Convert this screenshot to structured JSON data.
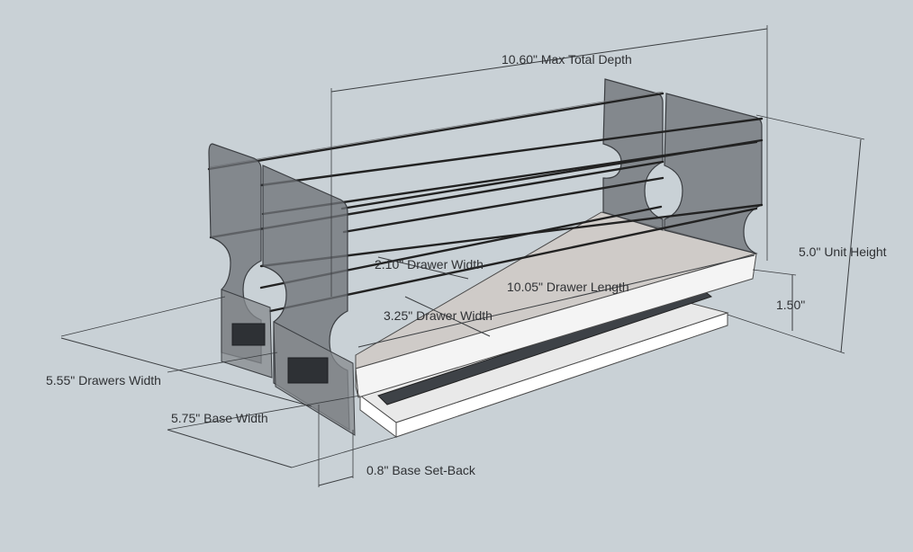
{
  "labels": {
    "max_total_depth": "10.60\" Max Total Depth",
    "unit_height": "5.0\" Unit Height",
    "drawer_width_upper": "2.10\" Drawer Width",
    "drawer_length": "10.05\" Drawer Length",
    "drawer_width_lower": "3.25\" Drawer Width",
    "shelf_height": "1.50\"",
    "drawers_width": "5.55\" Drawers Width",
    "base_width": "5.75\" Base Width",
    "base_setback": "0.8\" Base Set-Back"
  },
  "colors": {
    "background": "#c9d1d6",
    "panel_gray": "#6f7378",
    "wire_rod": "#222222",
    "shelf": "#cfcbc8",
    "base": "#ffffff"
  }
}
